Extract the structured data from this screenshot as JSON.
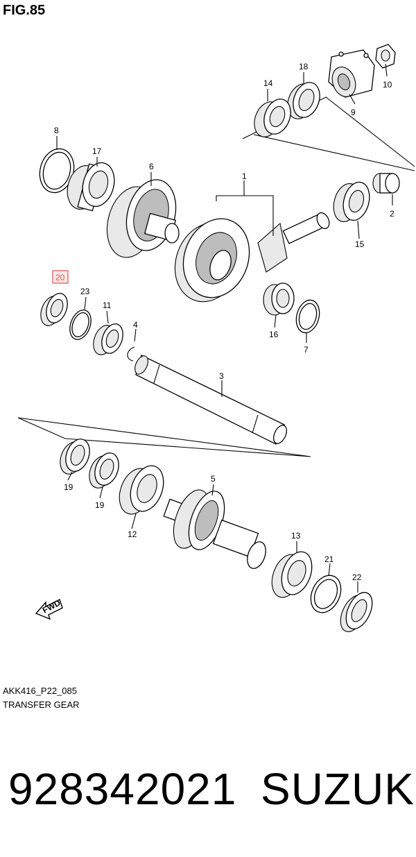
{
  "figure": {
    "title": "FIG.85",
    "code": "AKK416_P22_085",
    "description": "TRANSFER GEAR"
  },
  "highlight_color": "#d9534f",
  "callouts": [
    {
      "label": "1"
    },
    {
      "label": "2"
    },
    {
      "label": "3"
    },
    {
      "label": "4"
    },
    {
      "label": "5"
    },
    {
      "label": "6"
    },
    {
      "label": "7"
    },
    {
      "label": "8"
    },
    {
      "label": "9"
    },
    {
      "label": "10"
    },
    {
      "label": "11"
    },
    {
      "label": "12"
    },
    {
      "label": "13"
    },
    {
      "label": "14"
    },
    {
      "label": "15"
    },
    {
      "label": "16"
    },
    {
      "label": "17"
    },
    {
      "label": "18"
    },
    {
      "label": "19"
    },
    {
      "label": "19"
    },
    {
      "label": "20",
      "highlighted": true
    },
    {
      "label": "21"
    },
    {
      "label": "22"
    },
    {
      "label": "23"
    }
  ],
  "fwd_label": "FWD",
  "product": {
    "part_number": "928342021",
    "brand": "SUZUKI"
  }
}
